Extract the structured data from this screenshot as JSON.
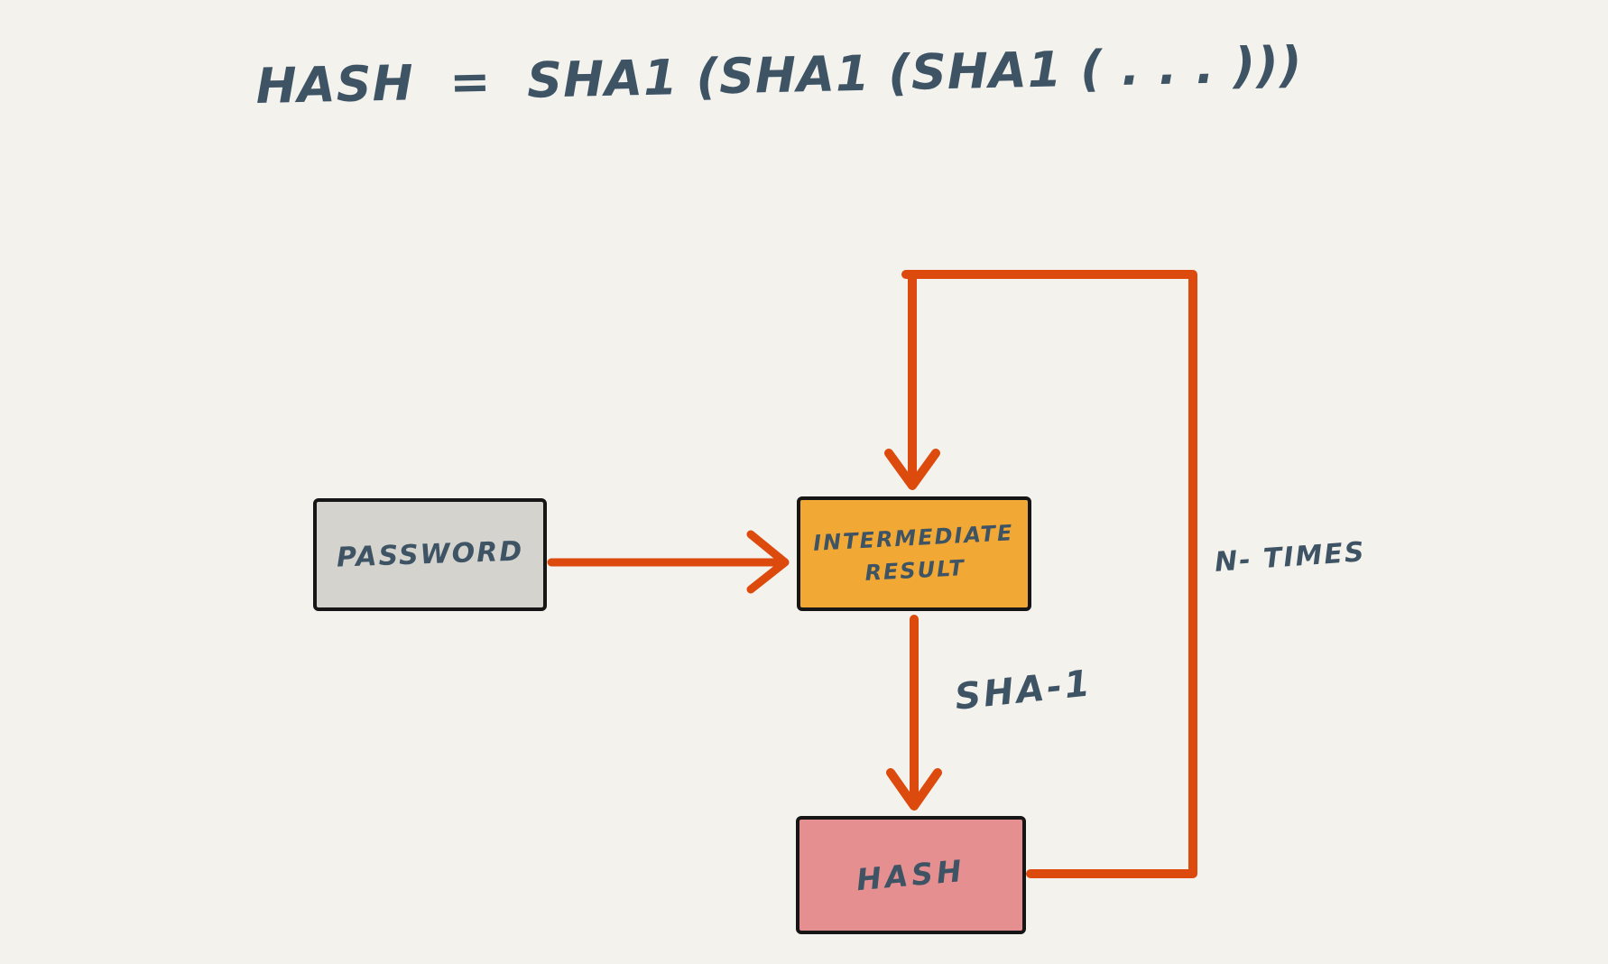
{
  "title": {
    "formula": "HASH  =  SHA1 (SHA1 (SHA1 ( . . . )))"
  },
  "nodes": {
    "password": {
      "label": "PASSWORD",
      "fill": "#d4d3ce"
    },
    "intermediate_result": {
      "label": "INTERMEDIATE\nRESULT",
      "fill": "#f1a834"
    },
    "hash": {
      "label": "HASH",
      "fill": "#e68f90"
    }
  },
  "edges": [
    {
      "from": "password",
      "to": "intermediate_result",
      "label": ""
    },
    {
      "from": "intermediate_result",
      "to": "hash",
      "label": "SHA-1"
    },
    {
      "from": "hash",
      "to": "intermediate_result",
      "label": "N- TIMES",
      "type": "loop"
    }
  ],
  "colors": {
    "background": "#f4f2ed",
    "ink": "#3e5465",
    "arrow": "#dd4a0d",
    "box_border": "#161616"
  }
}
